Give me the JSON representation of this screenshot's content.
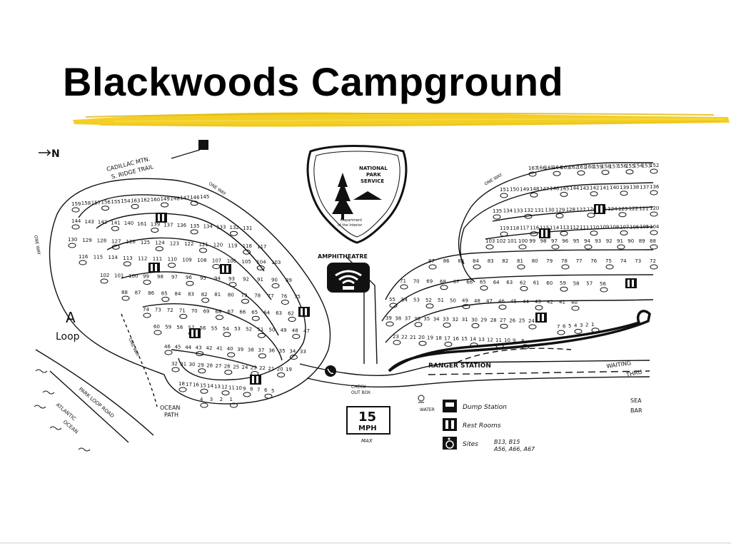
{
  "slide": {
    "title": "Blackwoods Campground"
  },
  "colors": {
    "underline_yellow": "#f2cc1a",
    "ink": "#111111",
    "background": "#ffffff"
  },
  "map": {
    "labels": {
      "north": "N",
      "trail": "CADILLAC MTN.\nS. RIDGE TRAIL",
      "one_way_1": "ONE WAY",
      "one_way_2": "ONE WAY",
      "one_way_3": "ONE WAY",
      "one_way_4": "ONE WAY",
      "loop_a": "A",
      "loop_word": "Loop",
      "park_loop_road": "PARK LOOP ROAD",
      "atlantic_ocean": "ATLANTIC OCEAN",
      "ocean_path": "OCEAN\nPATH",
      "amphitheatre": "AMPHITHEATRE",
      "nps_badge": "NATIONAL PARK SERVICE",
      "nps_dept": "Department of the Interior",
      "ranger_station": "RANGER STATION",
      "waiting": "WAITING",
      "through": "THRU",
      "sea": "SEA",
      "bar": "BAR",
      "check_out": "CHECK OUT BOX",
      "water": "WATER",
      "speed_number": "15",
      "speed_unit": "MPH",
      "speed_sign": "MAX"
    },
    "legend": [
      {
        "icon": "dump-station-icon",
        "label": "Dump Station"
      },
      {
        "icon": "rest-rooms-icon",
        "label": "Rest Rooms"
      },
      {
        "icon": "accessible-icon",
        "label": "Sites",
        "sites": "B13, B15\nA56, A66, A67"
      }
    ],
    "site_numbers_a_loop": [
      "159",
      "158",
      "157",
      "156",
      "155",
      "154",
      "163",
      "162",
      "160",
      "149",
      "148",
      "147",
      "146",
      "145",
      "144",
      "143",
      "142",
      "141",
      "140",
      "161",
      "139",
      "137",
      "136",
      "135",
      "134",
      "133",
      "132",
      "131",
      "130",
      "129",
      "128",
      "127",
      "126",
      "125",
      "124",
      "123",
      "122",
      "121",
      "120",
      "119",
      "118",
      "117",
      "116",
      "115",
      "114",
      "113",
      "112",
      "111",
      "110",
      "109",
      "108",
      "107",
      "106",
      "105",
      "104",
      "103",
      "102",
      "101",
      "100",
      "99",
      "98",
      "97",
      "96",
      "95",
      "94",
      "93",
      "92",
      "91",
      "90",
      "89",
      "88",
      "87",
      "86",
      "85",
      "84",
      "83",
      "82",
      "81",
      "80",
      "79",
      "78",
      "77",
      "76",
      "75",
      "74",
      "73",
      "72",
      "71",
      "70",
      "69",
      "68",
      "67",
      "66",
      "65",
      "64",
      "63",
      "62",
      "61",
      "60",
      "59",
      "58",
      "57",
      "56",
      "55",
      "54",
      "53",
      "52",
      "51",
      "50",
      "49",
      "48",
      "47",
      "46",
      "45",
      "44",
      "43",
      "42",
      "41",
      "40",
      "39",
      "38",
      "37",
      "36",
      "35",
      "34",
      "33",
      "32",
      "31",
      "30",
      "29",
      "28",
      "27",
      "26",
      "25",
      "24",
      "23",
      "22",
      "21",
      "20",
      "19",
      "18",
      "17",
      "16",
      "15",
      "14",
      "13",
      "12",
      "11",
      "10",
      "9",
      "8",
      "7",
      "6",
      "5",
      "4",
      "3",
      "2",
      "1"
    ],
    "site_numbers_b_loop": [
      "167",
      "166",
      "165",
      "164",
      "163",
      "162",
      "161",
      "160",
      "159",
      "158",
      "157",
      "156",
      "155",
      "154",
      "153",
      "152",
      "151",
      "150",
      "149",
      "148",
      "147",
      "146",
      "145",
      "144",
      "143",
      "142",
      "141",
      "140",
      "139",
      "138",
      "137",
      "136",
      "135",
      "134",
      "133",
      "132",
      "131",
      "130",
      "129",
      "128",
      "127",
      "126",
      "125",
      "124",
      "123",
      "122",
      "121",
      "120",
      "119",
      "118",
      "117",
      "116",
      "115",
      "114",
      "113",
      "112",
      "111",
      "110",
      "109",
      "108",
      "107",
      "106",
      "105",
      "104",
      "103",
      "102",
      "101",
      "100",
      "99",
      "98",
      "97",
      "96",
      "95",
      "94",
      "93",
      "92",
      "91",
      "90",
      "89",
      "88",
      "87",
      "86",
      "85",
      "84",
      "83",
      "82",
      "81",
      "80",
      "79",
      "78",
      "77",
      "76",
      "75",
      "74",
      "73",
      "72",
      "71",
      "70",
      "69",
      "68",
      "67",
      "66",
      "65",
      "64",
      "63",
      "62",
      "61",
      "60",
      "59",
      "58",
      "57",
      "56",
      "55",
      "54",
      "53",
      "52",
      "51",
      "50",
      "49",
      "48",
      "47",
      "46",
      "45",
      "44",
      "43",
      "42",
      "41",
      "40",
      "39",
      "38",
      "37",
      "36",
      "35",
      "34",
      "33",
      "32",
      "31",
      "30",
      "29",
      "28",
      "27",
      "26",
      "25",
      "24",
      "23",
      "22",
      "21",
      "20",
      "19",
      "18",
      "17",
      "16",
      "15",
      "14",
      "13",
      "12",
      "11",
      "10",
      "9",
      "8",
      "7",
      "6",
      "5",
      "4",
      "3",
      "2",
      "1"
    ]
  }
}
